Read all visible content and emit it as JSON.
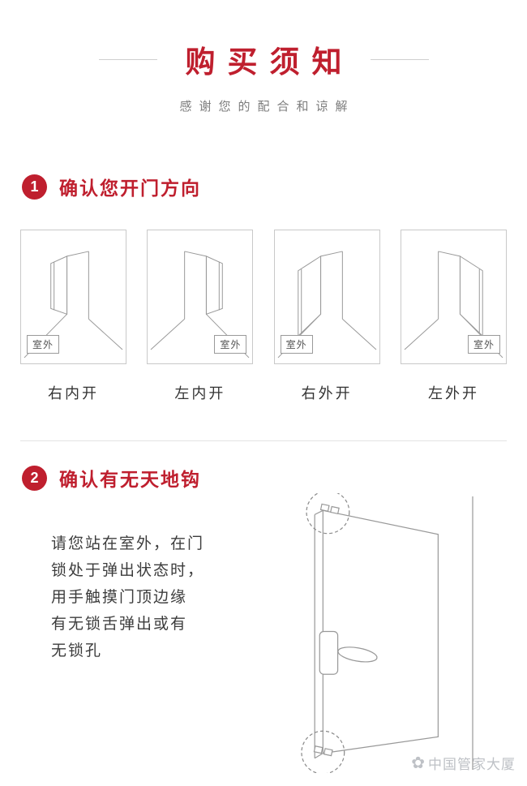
{
  "header": {
    "title": "购买须知",
    "subtitle": "感谢您的配合和谅解"
  },
  "section1": {
    "number": "1",
    "title": "确认您开门方向",
    "outdoor_label": "室外",
    "doors": [
      {
        "label": "右内开",
        "direction": "right-inward"
      },
      {
        "label": "左内开",
        "direction": "left-inward"
      },
      {
        "label": "右外开",
        "direction": "right-outward"
      },
      {
        "label": "左外开",
        "direction": "left-outward"
      }
    ]
  },
  "section2": {
    "number": "2",
    "title": "确认有无天地钩",
    "description_lines": [
      "请您站在室外，在门",
      "锁处于弹出状态时，",
      "用手触摸门顶边缘",
      "有无锁舌弹出或有",
      "无锁孔"
    ]
  },
  "watermark": {
    "text": "中国管家大厦"
  },
  "colors": {
    "accent_red": "#bf1f2e",
    "line_art": "#999999",
    "box_border": "#c9c9c9",
    "body_text": "#3c3c3c",
    "subtitle_gray": "#7d7d7d"
  }
}
